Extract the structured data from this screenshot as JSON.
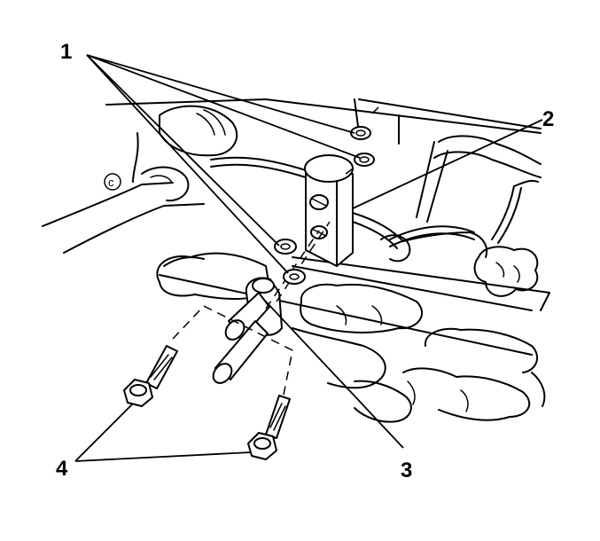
{
  "callouts": {
    "c1": "1",
    "c2": "2",
    "c3": "3",
    "c4": "4"
  },
  "mark": "c"
}
